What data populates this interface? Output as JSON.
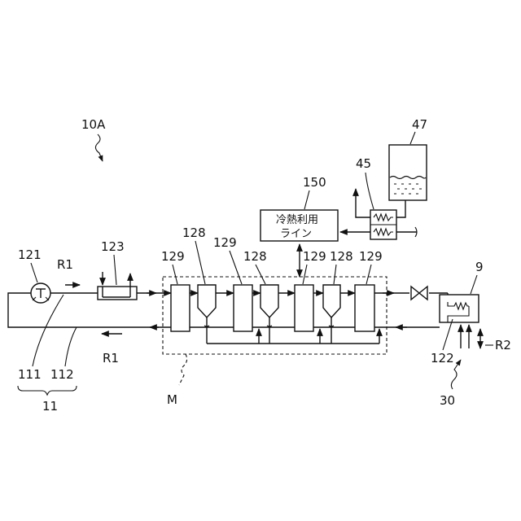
{
  "figure": {
    "labels": {
      "system": "10A",
      "line_group": "11",
      "line_out": "111",
      "line_back": "112",
      "pump": "121",
      "heat_exchanger_in": "123",
      "module": "M",
      "columns": "129",
      "separators": "128",
      "cold_use_box_ref": "150",
      "cold_use_line": "冷熱利用",
      "cold_use_line_2": "ライン",
      "hx_45": "45",
      "tank_47": "47",
      "unit_9": "9",
      "coil_122": "122",
      "flow_30": "30",
      "flow_r1_top": "R1",
      "flow_r1_bottom": "R1",
      "flow_r2": "R2"
    }
  }
}
